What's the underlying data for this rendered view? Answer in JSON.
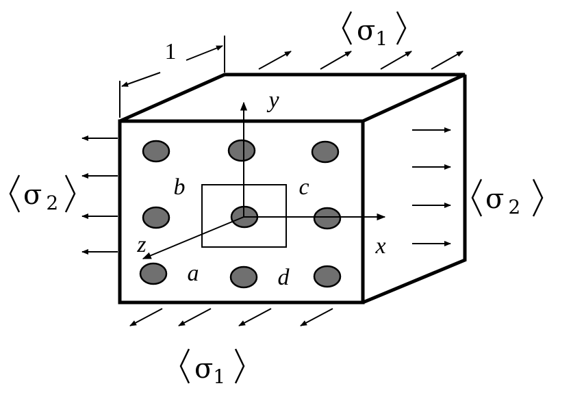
{
  "colors": {
    "line": "#000000",
    "fiber_fill": "#707070",
    "background": "#ffffff"
  },
  "labels": {
    "dimension": "1",
    "sigma1_top": {
      "symbol": "σ",
      "subscript": "1"
    },
    "sigma1_bottom": {
      "symbol": "σ",
      "subscript": "1"
    },
    "sigma2_left": {
      "symbol": "σ",
      "subscript": "2"
    },
    "sigma2_right": {
      "symbol": "σ",
      "subscript": "2"
    },
    "axis_x": "x",
    "axis_y": "y",
    "axis_z": "z",
    "corner_a": "a",
    "corner_b": "b",
    "corner_c": "c",
    "corner_d": "d"
  }
}
